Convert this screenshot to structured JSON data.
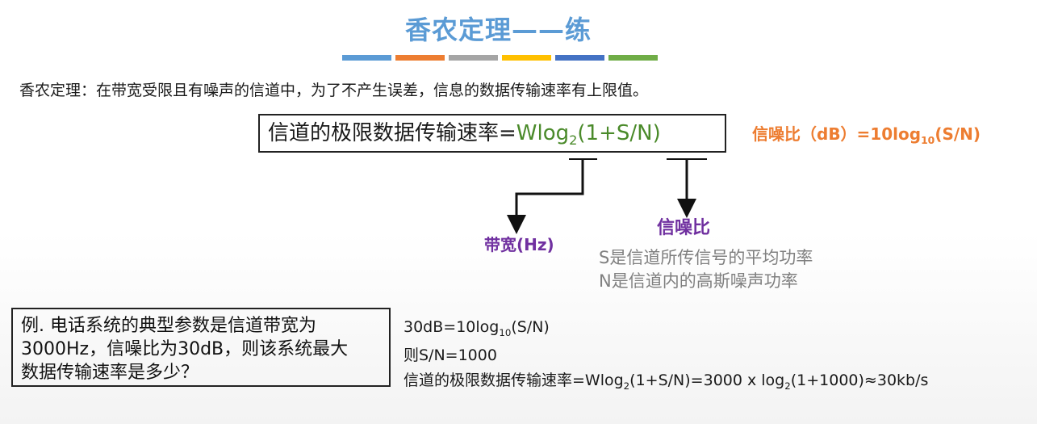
{
  "title": "香农定理——练",
  "title_bars": {
    "colors": [
      "#5b9bd5",
      "#ed7d31",
      "#a5a5a5",
      "#ffc000",
      "#4472c4",
      "#70ad47"
    ]
  },
  "definition": "香农定理：在带宽受限且有噪声的信道中，为了不产生误差，信息的数据传输速率有上限值。",
  "formula": {
    "label": "信道的极限数据传输速率=",
    "expr_w_log": "Wlog",
    "expr_sub": "2",
    "expr_rest": "(1+S/N)"
  },
  "snr_db": {
    "text": "信噪比（dB）=10log",
    "sub": "10",
    "rest": "(S/N)"
  },
  "bandwidth_label": "带宽(Hz)",
  "snr_label": "信噪比",
  "s_desc": "S是信道所传信号的平均功率",
  "n_desc": "N是信道内的高斯噪声功率",
  "example": {
    "lines": [
      "例. 电话系统的典型参数是信道带宽为",
      "3000Hz，信噪比为30dB，则该系统最大",
      "数据传输速率是多少？"
    ]
  },
  "solution": {
    "line1_a": "30dB=10log",
    "line1_sub": "10",
    "line1_b": "(S/N)",
    "line2": "则S/N=1000",
    "line3_a": "信道的极限数据传输速率=Wlog",
    "line3_sub1": "2",
    "line3_b": "(1+S/N)=3000 x log",
    "line3_sub2": "2",
    "line3_c": "(1+1000)≈30kb/s"
  }
}
